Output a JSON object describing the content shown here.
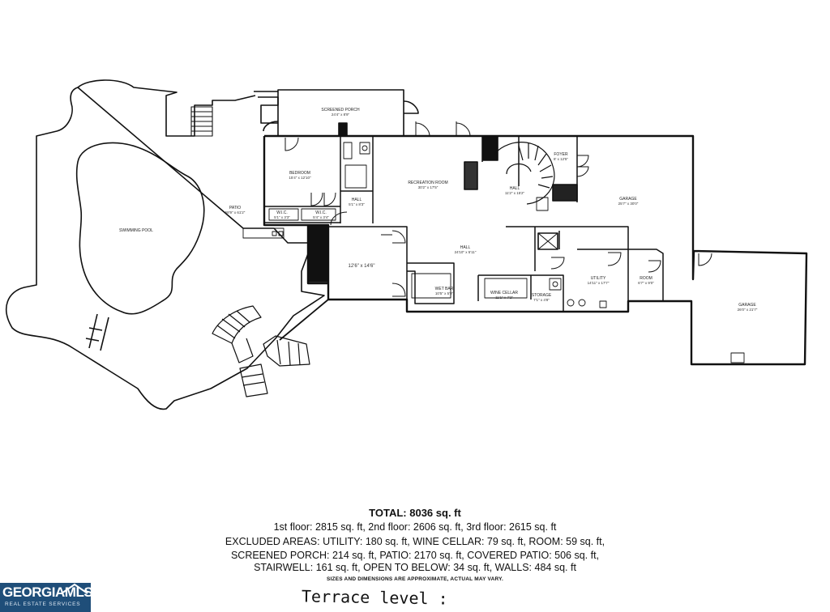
{
  "floorplan": {
    "rooms": {
      "screened_porch": {
        "name": "SCREENED PORCH",
        "dims": "24'4\" x 8'9\""
      },
      "bedroom": {
        "name": "BEDROOM",
        "dims": "15'4\" x 12'10\""
      },
      "wic": {
        "name": "W.I.C.",
        "dims": "5'1\" x 3'3\""
      },
      "wic2": {
        "name": "W.I.C.",
        "dims": "5'4\" x 3'4\""
      },
      "hall_small": {
        "name": "HALL",
        "dims": "5'1\" x 8'3\""
      },
      "recreation_room": {
        "name": "RECREATION ROOM",
        "dims": "30'2\" x 17'5\""
      },
      "hall_stair": {
        "name": "HALL",
        "dims": "11'2\" x 15'2\""
      },
      "foyer": {
        "name": "FOYER",
        "dims": "8' x 12'5\""
      },
      "garage_main": {
        "name": "GARAGE",
        "dims": "25'7\" x 30'0\""
      },
      "patio": {
        "name": "PATIO",
        "dims": "58'9\" x 61'2\""
      },
      "swimming_pool": {
        "name": "SWIMMING POOL",
        "dims": ""
      },
      "small_room": {
        "name": "",
        "dims": "12'6\" x 14'6\""
      },
      "hall_main": {
        "name": "HALL",
        "dims": "24'10\" x 5'11\""
      },
      "wet_bar": {
        "name": "WET BAR",
        "dims": "10'5\" x 5'9\""
      },
      "wine_cellar": {
        "name": "WINE CELLAR",
        "dims": "11'1\" x 7'2\""
      },
      "storage": {
        "name": "STORAGE",
        "dims": "7'1\" x 4'8\""
      },
      "utility": {
        "name": "UTILITY",
        "dims": "14'11\" x 17'7\""
      },
      "room": {
        "name": "ROOM",
        "dims": "6'7\" x 9'0\""
      },
      "garage_detached": {
        "name": "GARAGE",
        "dims": "26'0\" x 21'7\""
      }
    }
  },
  "summary": {
    "total": "TOTAL: 8036 sq. ft",
    "line1": "1st floor: 2815 sq. ft, 2nd floor: 2606 sq. ft, 3rd floor: 2615 sq. ft",
    "line2": "EXCLUDED AREAS: UTILITY: 180 sq. ft, WINE CELLAR: 79 sq. ft, ROOM: 59 sq. ft,",
    "line3": "SCREENED PORCH: 214 sq. ft, PATIO: 2170 sq. ft, COVERED PATIO: 506 sq. ft,",
    "line4": "STAIRWELL: 161 sq. ft, OPEN TO BELOW: 34 sq. ft, WALLS: 484 sq. ft",
    "disclaimer": "SIZES AND DIMENSIONS ARE APPROXIMATE, ACTUAL MAY VARY."
  },
  "handwritten_note": "Terrace level :",
  "logo": {
    "text": "GEORGIAMLS",
    "subtext": "REAL ESTATE SERVICES"
  },
  "colors": {
    "logo_bg": "#1f4e79",
    "wall": "#111111",
    "background": "#ffffff"
  }
}
